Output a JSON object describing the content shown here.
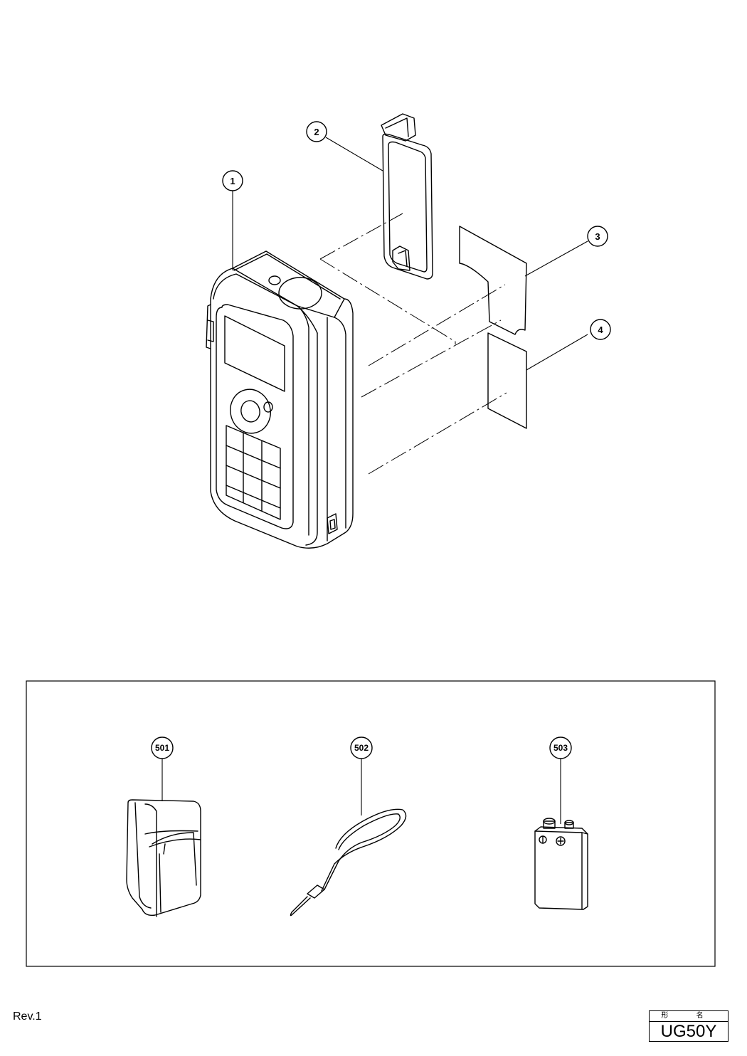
{
  "callouts": {
    "c1": "1",
    "c2": "2",
    "c3": "3",
    "c4": "4",
    "c501": "501",
    "c502": "502",
    "c503": "503"
  },
  "revision": "Rev.1",
  "title_block": {
    "header": "形 名",
    "model": "UG50Y"
  }
}
